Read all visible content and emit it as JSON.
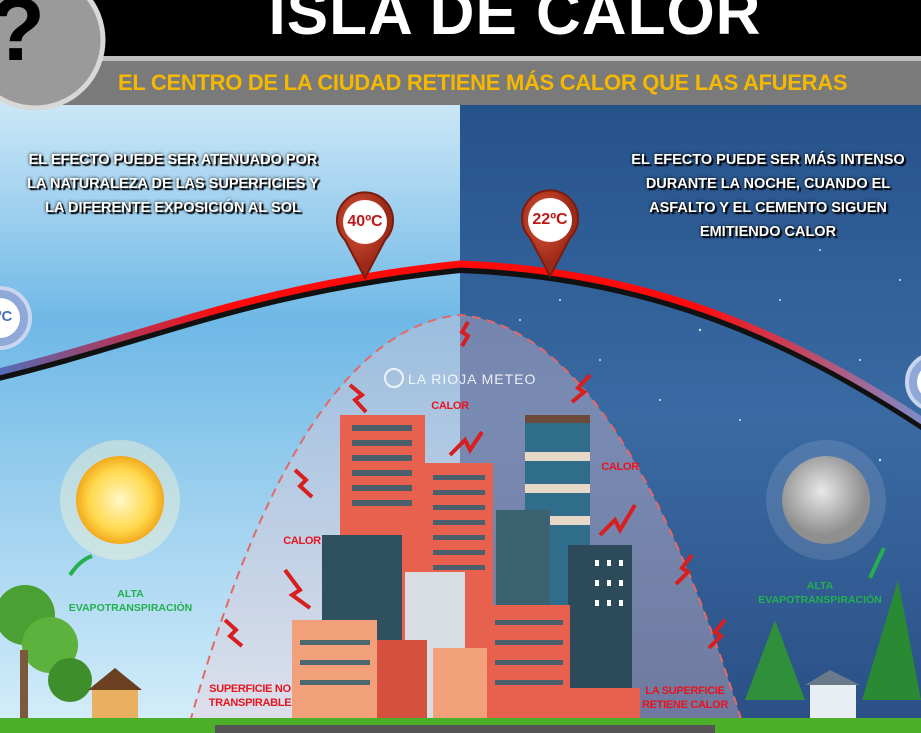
{
  "header": {
    "title": "ISLA DE CALOR",
    "subtitle": "EL CENTRO DE LA CIUDAD RETIENE MÁS CALOR QUE LAS AFUERAS"
  },
  "day_side": {
    "note": "EL EFECTO PUEDE SER ATENUADO POR LA NATURALEZA DE LAS SUPERFICIES Y LA DIFERENTE EXPOSICIÓN AL SOL",
    "center_temperature": "40ºC",
    "edge_temperature": "ºC",
    "evapotranspiration": "ALTA EVAPOTRANSPIRACIÓN",
    "surface_label": "SUPERFICIE NO TRANSPIRABLE"
  },
  "night_side": {
    "note": "EL EFECTO PUEDE SER MÁS INTENSO DURANTE LA NOCHE, CUANDO EL ASFALTO Y EL CEMENTO SIGUEN EMITIENDO CALOR",
    "center_temperature": "22ºC",
    "evapotranspiration": "ALTA EVAPOTRANSPIRACIÓN",
    "surface_label": "LA SUPERFICIE RETIENE CALOR"
  },
  "heat_labels": [
    "CALOR",
    "CALOR",
    "CALOR"
  ],
  "watermark": "LA RIOJA METEO",
  "colors": {
    "title_band": "#000000",
    "subtitle_band": "#7a7a7a",
    "subtitle_text": "#f5b800",
    "day_sky": "#8ec9ec",
    "night_sky": "#2f5d92",
    "heat_red": "#e8141e",
    "cool_blue": "#4a72c0"
  }
}
